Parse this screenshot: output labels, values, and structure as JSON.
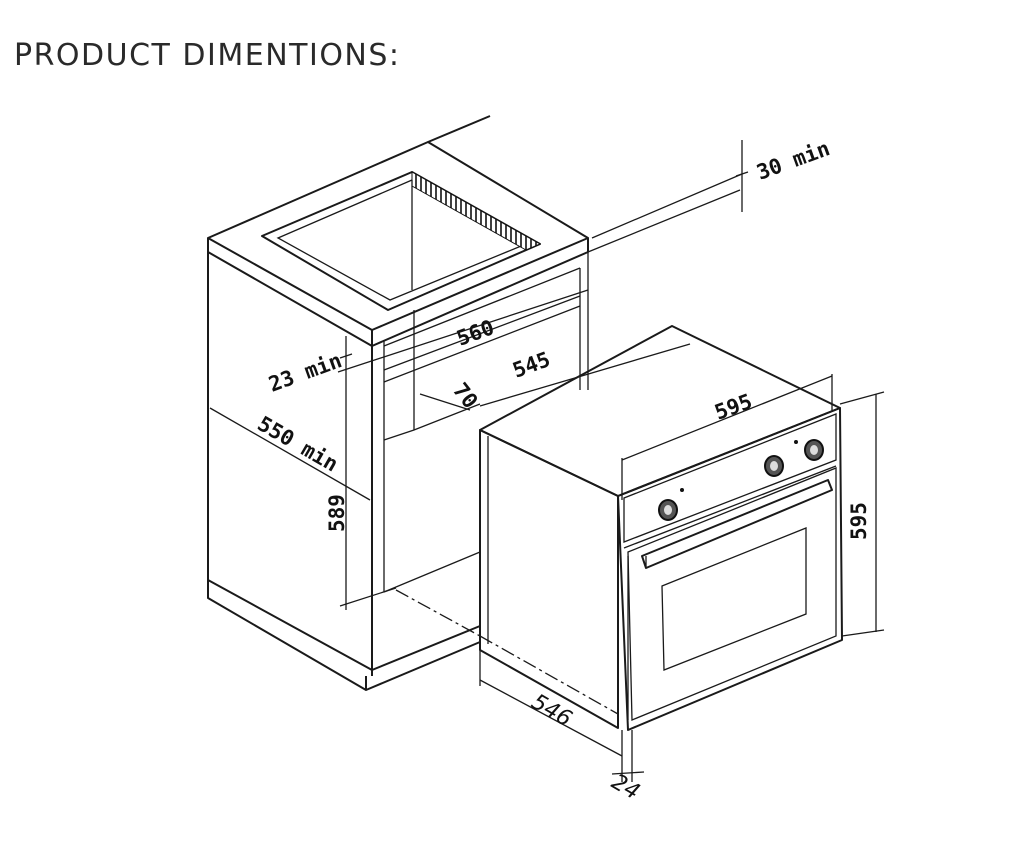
{
  "title": "PRODUCT DIMENTIONS:",
  "dimensions": {
    "clearance_top": "30 min",
    "cabinet_inner_width": "560",
    "cutout_width": "545",
    "top_gap": "23 min",
    "offset": "70",
    "cabinet_depth": "550 min",
    "cutout_height": "589",
    "oven_width": "595",
    "oven_height": "595",
    "oven_depth": "546",
    "front_panel": "24"
  }
}
